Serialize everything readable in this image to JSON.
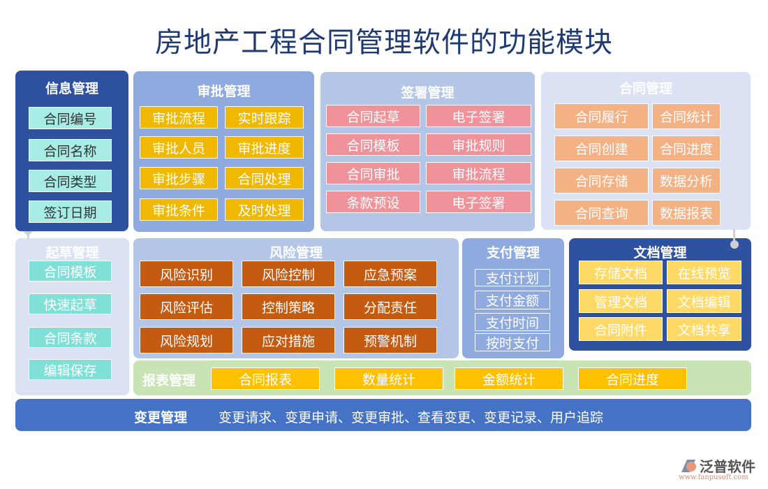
{
  "title": "房地产工程合同管理软件的功能模块",
  "colors": {
    "dark_blue": "#2f52a0",
    "mid_blue": "#8eaadf",
    "light_blue": "#b4c6e8",
    "pale_blue": "#dae2f4",
    "change_blue": "#4472c4",
    "report_green": "#c9e4b4"
  },
  "modules": {
    "info": {
      "title": "信息管理",
      "items": [
        "合同编号",
        "合同名称",
        "合同类型",
        "签订日期"
      ]
    },
    "approval": {
      "title": "审批管理",
      "items": [
        "审批流程",
        "实时跟踪",
        "审批人员",
        "审批进度",
        "审批步骤",
        "合同处理",
        "审批条件",
        "及时处理"
      ]
    },
    "signing": {
      "title": "签署管理",
      "items": [
        "合同起草",
        "电子签署",
        "合同模板",
        "审批规则",
        "合同审批",
        "审批流程",
        "条款预设",
        "电子签署"
      ]
    },
    "contract": {
      "title": "合同管理",
      "items": [
        "合同履行",
        "合同统计",
        "合同创建",
        "合同进度",
        "合同存储",
        "数据分析",
        "合同查询",
        "数据报表"
      ]
    },
    "draft": {
      "title": "起草管理",
      "items": [
        "合同模板",
        "快速起草",
        "合同条款",
        "编辑保存"
      ]
    },
    "risk": {
      "title": "风险管理",
      "items": [
        "风险识别",
        "风险控制",
        "应急预案",
        "风险评估",
        "控制策略",
        "分配责任",
        "风险规划",
        "应对措施",
        "预警机制"
      ]
    },
    "payment": {
      "title": "支付管理",
      "items": [
        "支付计划",
        "支付金额",
        "支付时间",
        "按时支付"
      ]
    },
    "document": {
      "title": "文档管理",
      "items": [
        "存储文档",
        "在线预览",
        "管理文档",
        "文档编辑",
        "合同附件",
        "文档共享"
      ]
    },
    "report": {
      "title": "报表管理",
      "items": [
        "合同报表",
        "数量统计",
        "金额统计",
        "合同进度"
      ]
    },
    "change": {
      "title": "变更管理",
      "text": "变更请求、变更申请、变更审批、查看变更、变更记录、用户追踪"
    }
  },
  "logo": {
    "name": "泛普软件",
    "url": "www.fanpusoft.com"
  }
}
